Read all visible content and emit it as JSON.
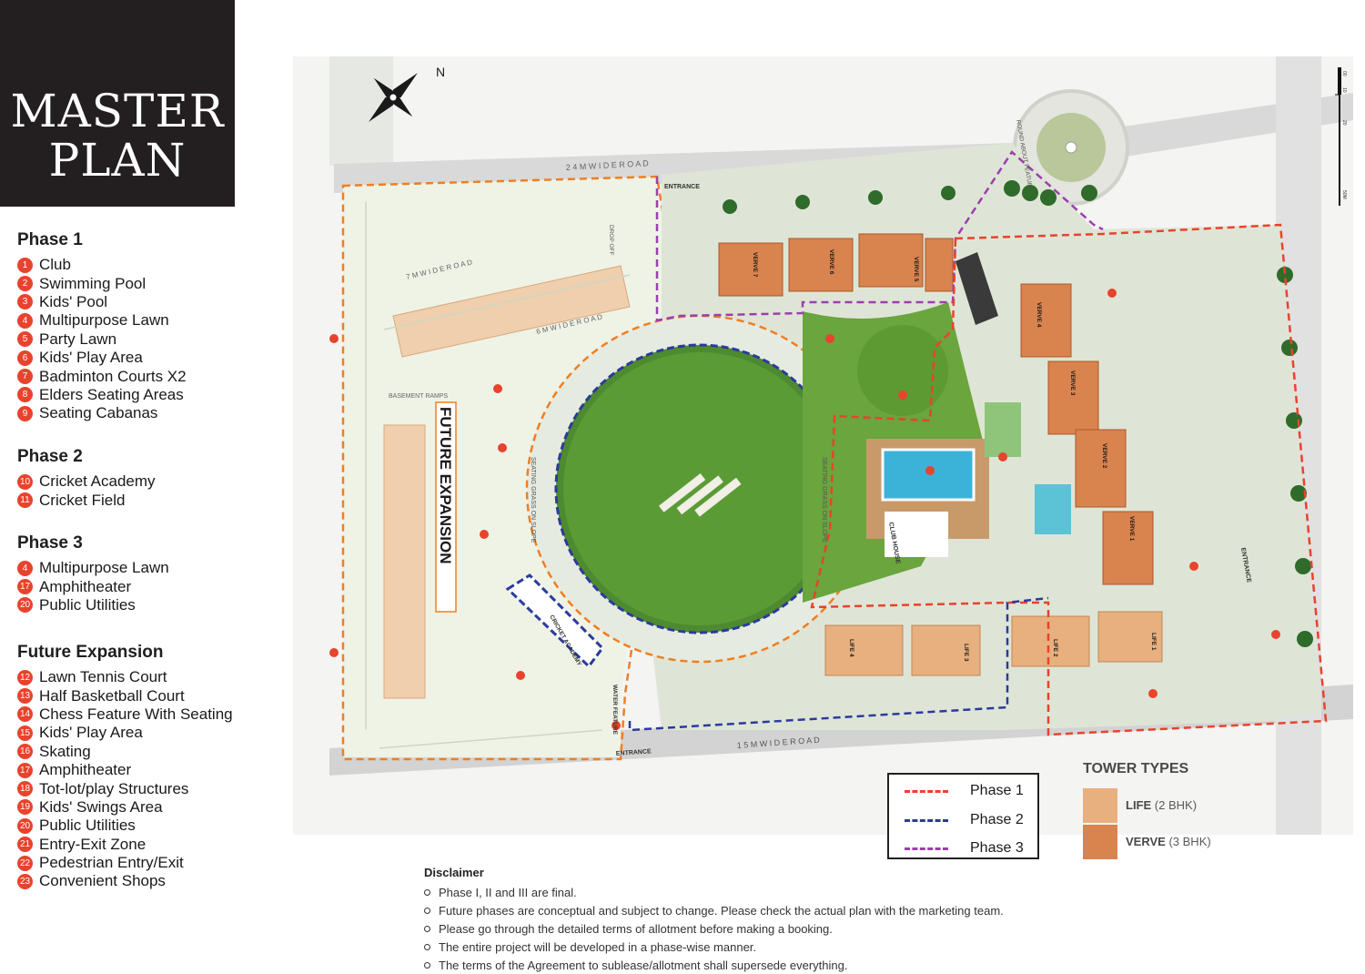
{
  "title": {
    "line1": "MASTER",
    "line2": "PLAN"
  },
  "legend": {
    "phase1": {
      "heading": "Phase 1",
      "items": [
        {
          "num": "1",
          "label": "Club"
        },
        {
          "num": "2",
          "label": "Swimming Pool"
        },
        {
          "num": "3",
          "label": "Kids' Pool"
        },
        {
          "num": "4",
          "label": "Multipurpose Lawn"
        },
        {
          "num": "5",
          "label": "Party Lawn"
        },
        {
          "num": "6",
          "label": "Kids' Play Area"
        },
        {
          "num": "7",
          "label": "Badminton Courts X2"
        },
        {
          "num": "8",
          "label": "Elders Seating Areas"
        },
        {
          "num": "9",
          "label": "Seating Cabanas"
        }
      ]
    },
    "phase2": {
      "heading": "Phase 2",
      "items": [
        {
          "num": "10",
          "label": "Cricket Academy"
        },
        {
          "num": "11",
          "label": "Cricket Field"
        }
      ]
    },
    "phase3": {
      "heading": "Phase 3",
      "items": [
        {
          "num": "4",
          "label": "Multipurpose Lawn"
        },
        {
          "num": "17",
          "label": "Amphitheater"
        },
        {
          "num": "20",
          "label": "Public Utilities"
        }
      ]
    },
    "future": {
      "heading": "Future Expansion",
      "items": [
        {
          "num": "12",
          "label": "Lawn Tennis Court"
        },
        {
          "num": "13",
          "label": "Half Basketball Court"
        },
        {
          "num": "14",
          "label": "Chess Feature With Seating"
        },
        {
          "num": "15",
          "label": "Kids' Play Area"
        },
        {
          "num": "16",
          "label": "Skating"
        },
        {
          "num": "17",
          "label": "Amphitheater"
        },
        {
          "num": "18",
          "label": "Tot-lot/play Structures"
        },
        {
          "num": "19",
          "label": "Kids' Swings Area"
        },
        {
          "num": "20",
          "label": "Public Utilities"
        },
        {
          "num": "21",
          "label": "Entry-Exit Zone"
        },
        {
          "num": "22",
          "label": "Pedestrian Entry/Exit"
        },
        {
          "num": "23",
          "label": "Convenient Shops"
        }
      ]
    }
  },
  "map_labels": {
    "future_expansion": "FUTURE EXPANSION",
    "road_24m": "2 4  M  W I D E  R O A D",
    "road_15m": "1 5  M  W I D E  R O A D",
    "road_7m": "7  M  W I D E  R O A D",
    "road_6m": "6  M  W I D E  R O A D",
    "entrance": "ENTRANCE",
    "club_house": "CLUB HOUSE",
    "basement_ramps": "BASEMENT RAMPS",
    "seating_grass": "SEATING GRASS ON SLOPE",
    "cricket_academy": "CRICKET ACADEMY",
    "water_feature": "WATER FEATURE",
    "round_about": "ROUND ABOUT FEATURE",
    "drop_off": "DROP OFF",
    "compass_n": "N",
    "verve_towers": [
      "VERVE 7",
      "VERVE 6",
      "VERVE 5",
      "VERVE 4",
      "VERVE 3",
      "VERVE 2",
      "VERVE 1"
    ],
    "life_towers": [
      "LIFE 4",
      "LIFE 3",
      "LIFE 2",
      "LIFE 1"
    ],
    "scale_ticks": [
      "00",
      "10",
      "20",
      "50M"
    ]
  },
  "phase_legend": [
    {
      "label": "Phase 1",
      "color": "#e8432d"
    },
    {
      "label": "Phase 2",
      "color": "#2b3a9e"
    },
    {
      "label": "Phase 3",
      "color": "#9b3fae"
    }
  ],
  "tower_types": {
    "heading": "TOWER TYPES",
    "items": [
      {
        "name": "LIFE",
        "desc": "(2 BHK)",
        "color": "#e8b07e"
      },
      {
        "name": "VERVE",
        "desc": "(3 BHK)",
        "color": "#d9834e"
      }
    ]
  },
  "disclaimer": {
    "heading": "Disclaimer",
    "items": [
      "Phase I, II and III are final.",
      "Future phases are conceptual and subject to change. Please check the actual plan with the marketing team.",
      "Please go through the detailed terms of allotment before making a booking.",
      "The entire project will be developed in a phase-wise manner.",
      "The terms of the Agreement to sublease/allotment shall supersede everything."
    ]
  }
}
